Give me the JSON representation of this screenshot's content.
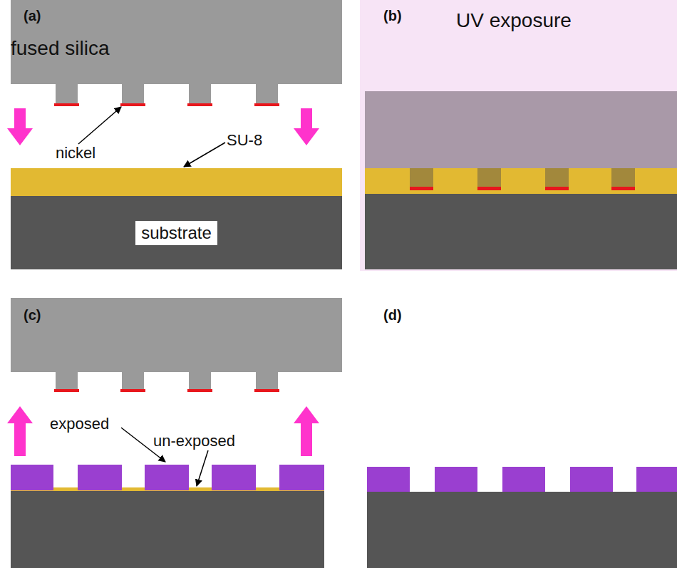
{
  "diagram": {
    "nodes": [
      {
        "text": [
          "fused silica"
        ]
      },
      {
        "text": [
          "substrate"
        ]
      }
    ],
    "labels": [
      "(a)",
      "nickel",
      "SU-8",
      "(b)",
      "UV exposure",
      "(c)",
      "exposed",
      "un-exposed",
      "(d)"
    ]
  }
}
